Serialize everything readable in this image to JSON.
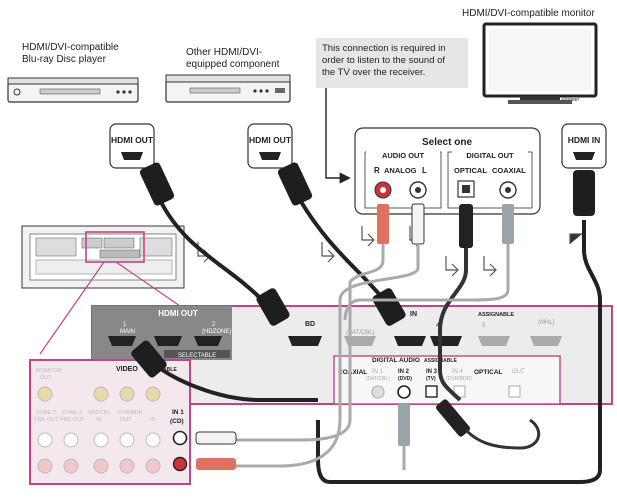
{
  "devices": {
    "bluray_label": [
      "HDMI/DVI-compatible",
      "Blu-ray Disc player"
    ],
    "other_label": [
      "Other HDMI/DVI-",
      "equipped component"
    ],
    "monitor_label": "HDMI/DVI-compatible monitor",
    "monitor_brand": "Pioneer"
  },
  "note": {
    "lines": [
      "This connection is required in",
      "order to listen to the sound of",
      "the TV over the receiver."
    ]
  },
  "cable_tags": {
    "hdmi_out_1": "HDMI OUT",
    "hdmi_out_2": "HDMI OUT",
    "hdmi_in": "HDMI IN"
  },
  "select_box": {
    "title": "Select one",
    "audio_out": "AUDIO OUT",
    "digital_out": "DIGITAL OUT",
    "r_label": "R",
    "analog_label": "ANALOG",
    "l_label": "L",
    "optical_label": "OPTICAL",
    "coaxial_label": "COAXIAL"
  },
  "receiver": {
    "hdmi_out_title": "HDMI OUT",
    "main_num": "1",
    "main_label": "MAIN",
    "hdzone_num": "2",
    "hdzone_label": "(HDZONE)",
    "selectable": "SELECTABLE",
    "bd_label": "BD",
    "in_label": "IN",
    "satcbl": "(SAT/CBL)",
    "in4": "4",
    "in5": "5",
    "mhl": "(MHL)",
    "assignable_a": "ASSIGNABLE",
    "assignable_b": "ASSIGNABLE",
    "assignable_c": "ASSIGNABLE",
    "video_label": "VIDEO",
    "digital_audio": "DIGITAL AUDIO",
    "coaxial": "COAXIAL",
    "in1_label": "IN 1",
    "in1_sub": "(SAT/CBL)",
    "in2_label": "IN 2",
    "in2_sub": "(DVD)",
    "in3_label": "IN 3",
    "in3_sub": "(TV)",
    "in4_label": "IN 4",
    "in4_sub": "(DVR/BDR)",
    "optical": "OPTICAL",
    "out": "OUT",
    "zone2": [
      "ZONE 2",
      "PRE OUT"
    ],
    "zone3": [
      "ZONE 3",
      "PRE OUT"
    ],
    "satcbl_in": [
      "SAT/CBL",
      "IN"
    ],
    "dvrbdr": [
      "DVR/BDR",
      "OUT"
    ],
    "dvrbdr_in": "IN",
    "in1cd": [
      "IN 1",
      "(CD)"
    ],
    "monitor_out": [
      "MONITOR",
      "OUT"
    ]
  },
  "colors": {
    "magenta": "#c2477f",
    "cable": "#1a1a1a",
    "red_plug": "#e07060",
    "gray_plug": "#9aa5aa",
    "panel": "#e8e8e8"
  }
}
